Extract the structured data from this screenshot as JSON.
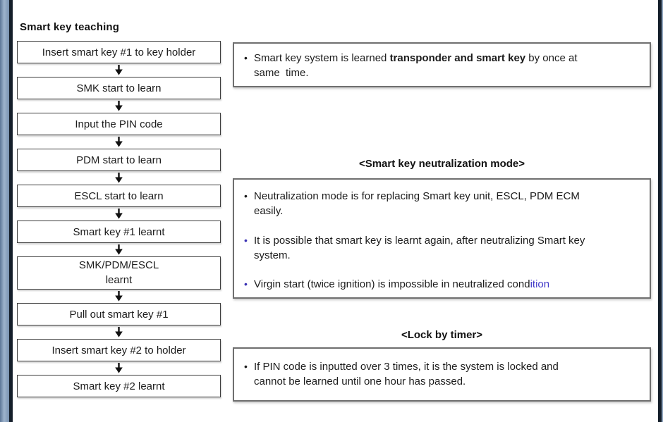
{
  "colors": {
    "accent_blue_text": "#4038c8",
    "accent_blue_bullet": "#3a32b4",
    "frame_navy": "#141e2a",
    "frame_slate_blue": "#7a93b1"
  },
  "flowchart": {
    "title": "Smart key teaching",
    "steps": [
      {
        "label": "Insert smart key #1 to key holder"
      },
      {
        "label": "SMK start to learn"
      },
      {
        "label": "Input the PIN code"
      },
      {
        "label": "PDM start to learn"
      },
      {
        "label": "ESCL start to learn"
      },
      {
        "label": "Smart key #1 learnt"
      },
      {
        "label": "SMK/PDM/ESCL\nlearnt"
      },
      {
        "label": "Pull out smart key #1"
      },
      {
        "label": "Insert smart key #2 to holder"
      },
      {
        "label": "Smart key #2 learnt"
      }
    ]
  },
  "notes": {
    "transponder_note": {
      "bullet": "•",
      "text_before": "Smart key system is learned ",
      "text_bold": "transponder and smart key",
      "text_after": " by once at\nsame  time."
    },
    "neutralization": {
      "heading": "<Smart key neutralization mode>",
      "bullets": [
        {
          "bullet": "•",
          "text": "Neutralization mode is for replacing Smart key unit, ESCL, PDM ECM\neasily."
        },
        {
          "bullet": "•",
          "text": "It is possible that smart key is learnt again, after neutralizing Smart key\nsystem."
        },
        {
          "bullet": "•",
          "text_black": "Virgin start (twice ignition) is impossible in neutralized cond",
          "text_blue": "ition"
        }
      ]
    },
    "lock_by_timer": {
      "heading": "<Lock by timer>",
      "bullets": [
        {
          "bullet": "•",
          "text": "If PIN code is inputted over 3 times, it is the system is locked and\ncannot be learned until one hour has passed."
        }
      ]
    }
  }
}
